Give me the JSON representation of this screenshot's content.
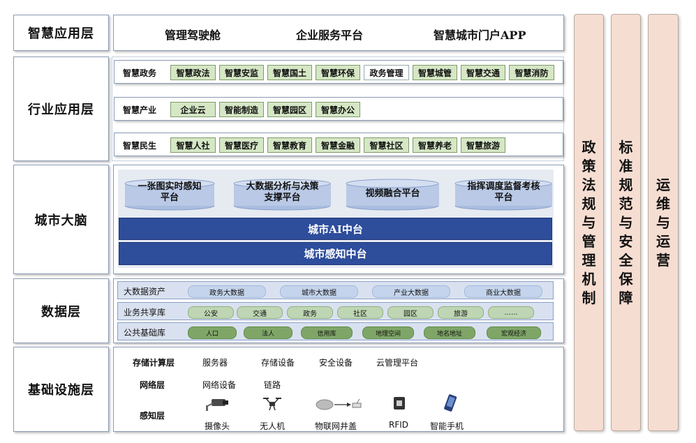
{
  "layers": {
    "app": "智慧应用层",
    "industry": "行业应用层",
    "brain": "城市大脑",
    "data": "数据层",
    "infra": "基础设施层"
  },
  "app_items": [
    "管理驾驶舱",
    "企业服务平台",
    "智慧城市门户APP"
  ],
  "industry": {
    "gov": {
      "title": "智慧政务",
      "items": [
        "智慧政法",
        "智慧安监",
        "智慧国土",
        "智慧环保",
        "政务管理",
        "智慧城管",
        "智慧交通",
        "智慧消防"
      ]
    },
    "industry": {
      "title": "智慧产业",
      "items": [
        "企业云",
        "智能制造",
        "智慧园区",
        "智慧办公"
      ]
    },
    "people": {
      "title": "智慧民生",
      "items": [
        "智慧人社",
        "智慧医疗",
        "智慧教育",
        "智慧金融",
        "智慧社区",
        "智慧养老",
        "智慧旅游"
      ]
    }
  },
  "brain": {
    "platforms": [
      {
        "l1": "一张图实时感知",
        "l2": "平台"
      },
      {
        "l1": "大数据分析与决策",
        "l2": "支撑平台"
      },
      {
        "l1": "视频融合平台",
        "l2": ""
      },
      {
        "l1": "指挥调度监督考核",
        "l2": "平台"
      }
    ],
    "ai": "城市AI中台",
    "perception": "城市感知中台"
  },
  "data": {
    "assets": {
      "title": "大数据资产",
      "items": [
        "政务大数据",
        "城市大数据",
        "产业大数据",
        "商业大数据"
      ]
    },
    "shared": {
      "title": "业务共享库",
      "items": [
        "公安",
        "交通",
        "政务",
        "社区",
        "园区",
        "旅游",
        "......"
      ]
    },
    "base": {
      "title": "公共基础库",
      "items": [
        "人口",
        "法人",
        "信用库",
        "地理空间",
        "地名地址",
        "宏观经济"
      ]
    }
  },
  "infra": {
    "storage": {
      "title": "存储计算层",
      "items": [
        "服务器",
        "存储设备",
        "安全设备",
        "云管理平台"
      ]
    },
    "network": {
      "title": "网络层",
      "items": [
        "网络设备",
        "链路"
      ]
    },
    "sensing": {
      "title": "感知层",
      "items": [
        {
          "label": "摄像头",
          "icon": "camera-icon"
        },
        {
          "label": "无人机",
          "icon": "drone-icon"
        },
        {
          "label": "物联网井盖",
          "icon": "iot-manhole-icon"
        },
        {
          "label": "RFID",
          "icon": "rfid-icon"
        },
        {
          "label": "智能手机",
          "icon": "smartphone-icon"
        }
      ]
    }
  },
  "columns": {
    "policy": [
      "政",
      "策",
      "法",
      "规",
      "与",
      "管",
      "理",
      "机",
      "制"
    ],
    "standard": [
      "标",
      "准",
      "规",
      "范",
      "与",
      "安",
      "全",
      "保",
      "障"
    ],
    "ops": [
      "运",
      "维",
      "与",
      "运",
      "营"
    ]
  },
  "colors": {
    "chip_green": "#d5e7c5",
    "brain_blue": "#2e4d9b",
    "cylinder_blue": "#b9c9e6",
    "column_pink": "#f6ddd1"
  }
}
